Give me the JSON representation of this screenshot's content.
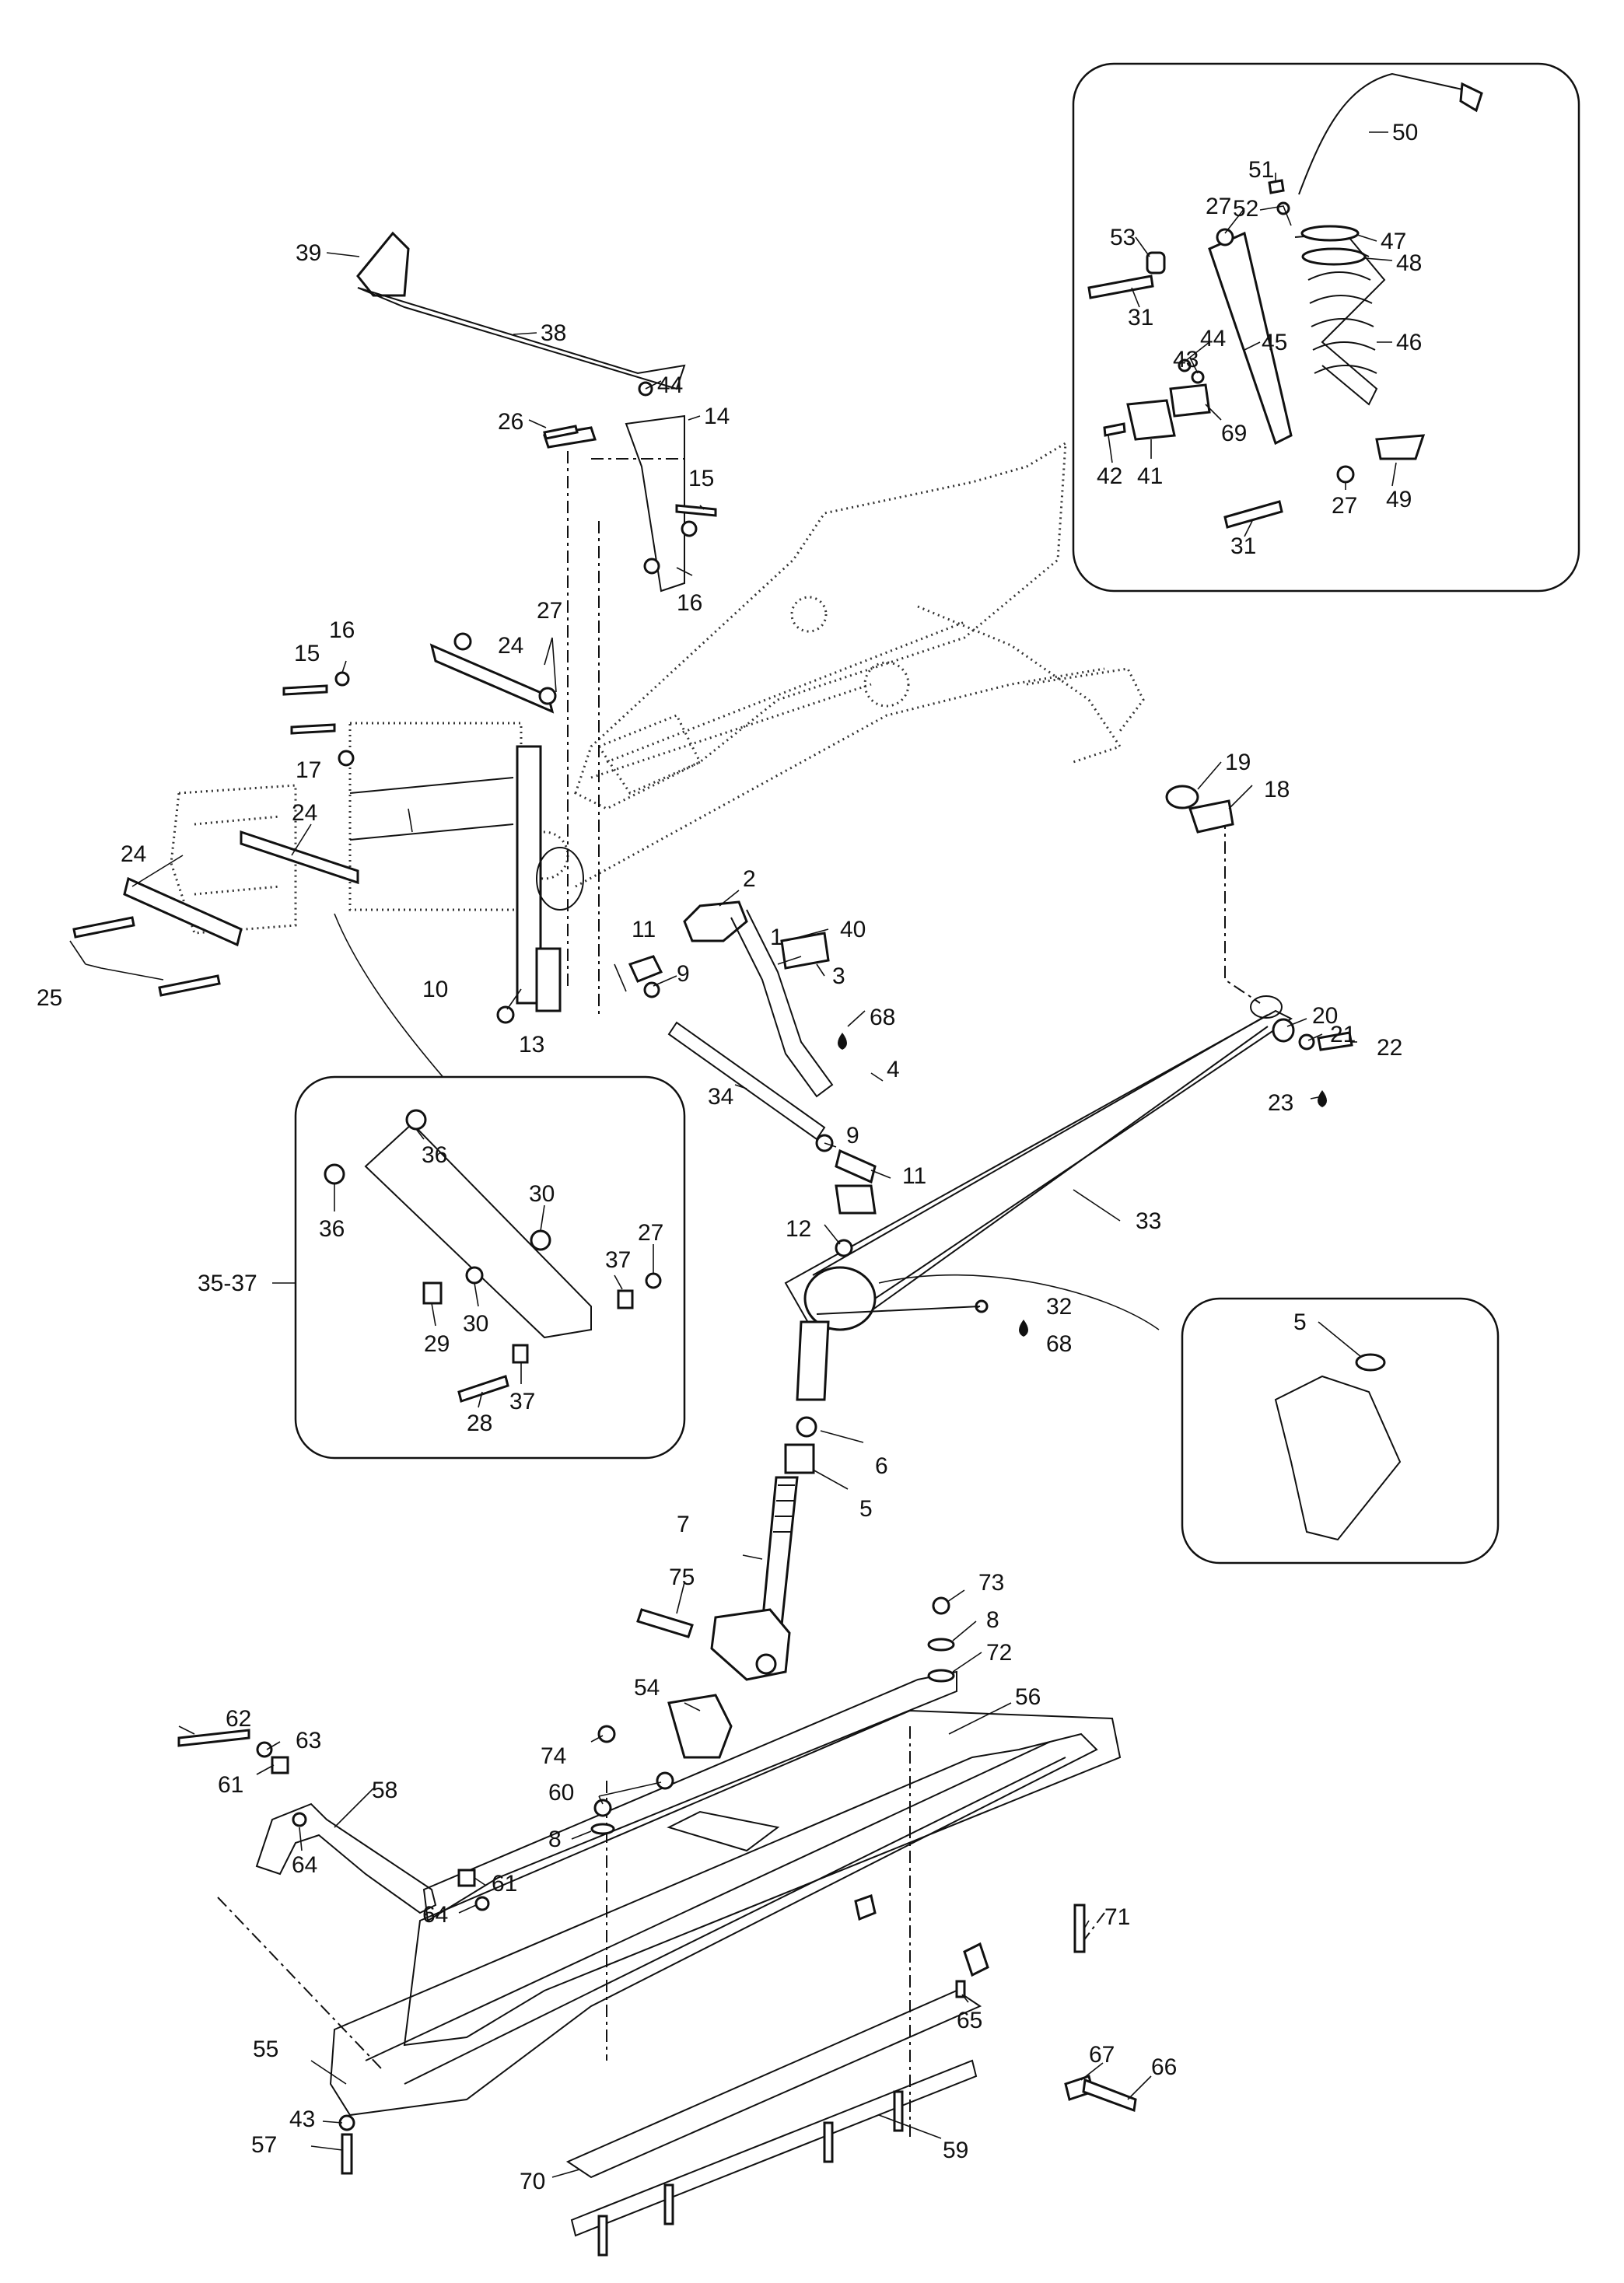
{
  "diagram": {
    "part_numbers": [
      "1",
      "2",
      "3",
      "4",
      "5",
      "6",
      "7",
      "8",
      "9",
      "10",
      "11",
      "12",
      "13",
      "14",
      "15",
      "16",
      "17",
      "18",
      "19",
      "20",
      "21",
      "22",
      "23",
      "24",
      "25",
      "26",
      "27",
      "28",
      "29",
      "30",
      "31",
      "32",
      "33",
      "34",
      "35-37",
      "36",
      "37",
      "38",
      "39",
      "40",
      "41",
      "42",
      "43",
      "44",
      "45",
      "46",
      "47",
      "48",
      "49",
      "50",
      "51",
      "52",
      "53",
      "54",
      "55",
      "56",
      "57",
      "58",
      "59",
      "60",
      "61",
      "62",
      "63",
      "64",
      "65",
      "66",
      "67",
      "68",
      "69",
      "70",
      "71",
      "72",
      "73",
      "74",
      "75"
    ]
  },
  "callouts": {
    "shock_absorber": {
      "labels": {
        "l50": "50",
        "l51": "51",
        "l27a": "27",
        "l52": "52",
        "l53": "53",
        "l47": "47",
        "l48": "48",
        "l31a": "31",
        "l44": "44",
        "l43": "43",
        "l45": "45",
        "l46": "46",
        "l69": "69",
        "l42": "42",
        "l41": "41",
        "l27b": "27",
        "l49": "49",
        "l31b": "31"
      }
    },
    "link_arm": {
      "labels": {
        "l36a": "36",
        "l36b": "36",
        "l30a": "30",
        "l27": "27",
        "l37a": "37",
        "l29": "29",
        "l30b": "30",
        "l28": "28",
        "l37b": "37",
        "l3537": "35-37"
      }
    },
    "spindle_bushing": {
      "labels": {
        "l5": "5"
      }
    }
  },
  "main_labels": {
    "l39": "39",
    "l38": "38",
    "l44": "44",
    "l26": "26",
    "l14": "14",
    "l15a": "15",
    "l16a": "16",
    "l27": "27",
    "l16b": "16",
    "l24a": "24",
    "l15b": "15",
    "l17": "17",
    "l24b": "24",
    "l24c": "24",
    "l25": "25",
    "l19": "19",
    "l18": "18",
    "l2": "2",
    "l1": "1",
    "l40": "40",
    "l11a": "11",
    "l3": "3",
    "l9a": "9",
    "l10": "10",
    "l13": "13",
    "l68a": "68",
    "l4": "4",
    "l20": "20",
    "l21": "21",
    "l22": "22",
    "l23": "23",
    "l34": "34",
    "l9b": "9",
    "l11b": "11",
    "l12": "12",
    "l33": "33",
    "l32": "32",
    "l68b": "68",
    "l6": "6",
    "l5": "5",
    "l7": "7",
    "l75": "75",
    "l73": "73",
    "l8a": "8",
    "l72": "72",
    "l62": "62",
    "l63": "63",
    "l61a": "61",
    "l54": "54",
    "l56": "56",
    "l74": "74",
    "l60": "60",
    "l8b": "8",
    "l58": "58",
    "l64a": "64",
    "l61b": "61",
    "l64b": "64",
    "l71": "71",
    "l67": "67",
    "l66": "66",
    "l65": "65",
    "l55": "55",
    "l43": "43",
    "l57": "57",
    "l59": "59",
    "l70": "70"
  }
}
